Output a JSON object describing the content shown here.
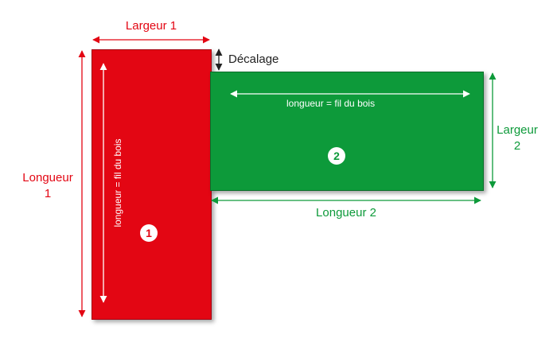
{
  "boards": [
    {
      "number": "1",
      "width_label": "Largeur 1",
      "length_label_line1": "Longueur",
      "length_label_line2": "1",
      "grain_label": "longueur = fil du bois"
    },
    {
      "number": "2",
      "width_label_line1": "Largeur",
      "width_label_line2": "2",
      "length_label": "Longueur 2",
      "grain_label": "longueur = fil du bois"
    }
  ],
  "offset_label": "Décalage",
  "colors": {
    "board1": "#e30613",
    "board2": "#0d9a3a",
    "text_dark": "#222222",
    "grain_arrow": "#ffffff"
  }
}
